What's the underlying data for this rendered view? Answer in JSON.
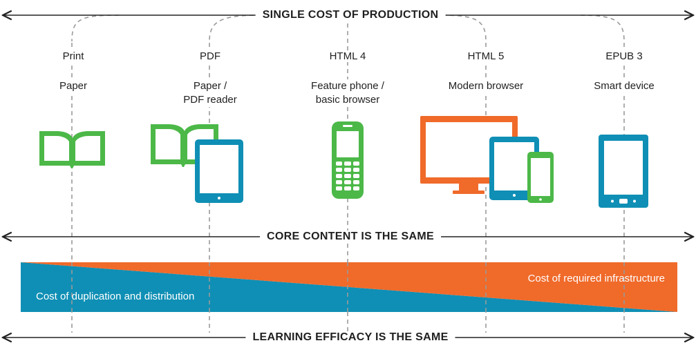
{
  "top_banner": "SINGLE COST OF PRODUCTION",
  "middle_banner": "CORE CONTENT IS THE SAME",
  "bottom_banner": "LEARNING EFFICACY IS THE SAME",
  "columns": [
    {
      "format": "Print",
      "medium": "Paper",
      "icon": "open-book-icon"
    },
    {
      "format": "PDF",
      "medium": "Paper /\nPDF reader",
      "icon": "book-and-tablet-icon"
    },
    {
      "format": "HTML 4",
      "medium": "Feature phone /\nbasic browser",
      "icon": "feature-phone-icon"
    },
    {
      "format": "HTML 5",
      "medium": "Modern browser",
      "icon": "monitor-tablet-phone-icon"
    },
    {
      "format": "EPUB 3",
      "medium": "Smart device",
      "icon": "ereader-icon"
    }
  ],
  "band": {
    "infrastructure_label": "Cost of required infrastructure",
    "distribution_label": "Cost of duplication and distribution"
  },
  "colors": {
    "green": "#4cb848",
    "blue": "#0f8fb5",
    "orange": "#f06a2a",
    "line": "#222222",
    "dashed": "#9a9a9a"
  }
}
